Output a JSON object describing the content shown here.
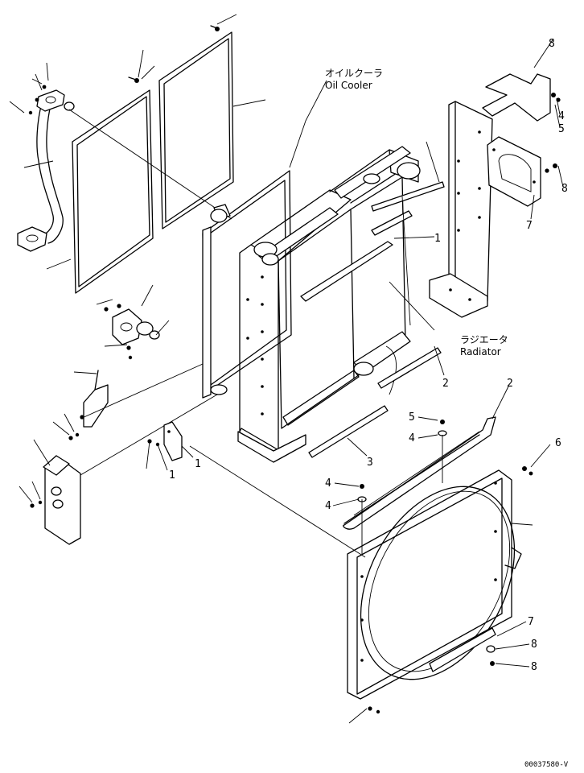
{
  "captions": {
    "oil_cooler_jp": "オイルクーラ",
    "oil_cooler_en": "Oil Cooler",
    "radiator_jp": "ラジエータ",
    "radiator_en": "Radiator"
  },
  "callouts": {
    "grommet_1": "",
    "grommet_2": "",
    "upper_right_bracket": "8",
    "upper_right_bolt_a": "4",
    "upper_right_washer": "5",
    "upper_right_bolt_b": "8",
    "upper_right_plate": "7",
    "seal_strip_top": "1",
    "seal_strip_right_top": "",
    "radiator_lower_strip": "2",
    "radiator_bottom_strip": "3",
    "shroud_seal": "2",
    "shroud_bolt_a": "5",
    "shroud_washer_a": "4",
    "shroud_bolt_b": "4",
    "shroud_washer_b": "4",
    "shroud_right_bolt": "6",
    "shroud_main": "",
    "shroud_lower_bolt": "7",
    "shroud_lower_washer": "8",
    "shroud_lower_bolt_b": "8",
    "center_plate": "1",
    "center_bolt": "1"
  },
  "drawing_code": "00037580-V"
}
